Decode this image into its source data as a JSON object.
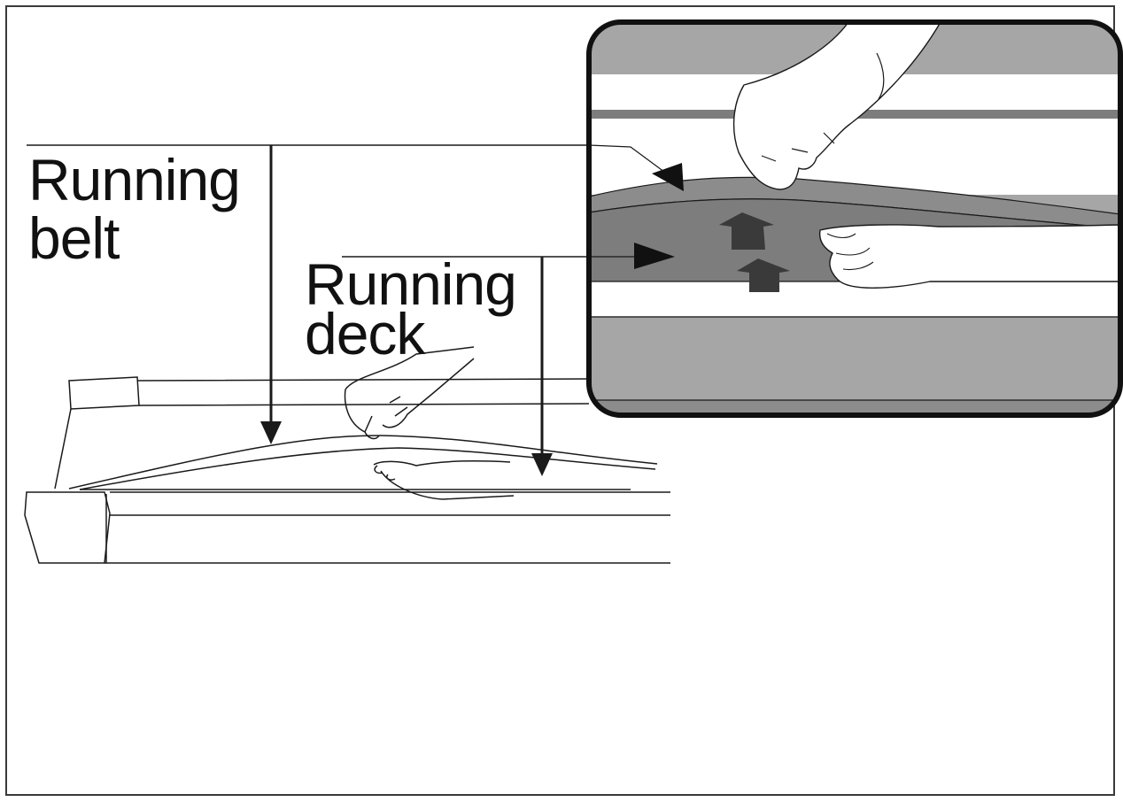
{
  "labels": {
    "running_belt": [
      "Running",
      "belt"
    ],
    "running_deck": [
      "Running",
      "deck"
    ]
  },
  "colors": {
    "line": "#1a1a1a",
    "inset_bg": "#a6a6a6",
    "inset_dark": "#7d7d7d",
    "inset_border": "#111111",
    "arrow_fill": "#3a3a3a"
  }
}
